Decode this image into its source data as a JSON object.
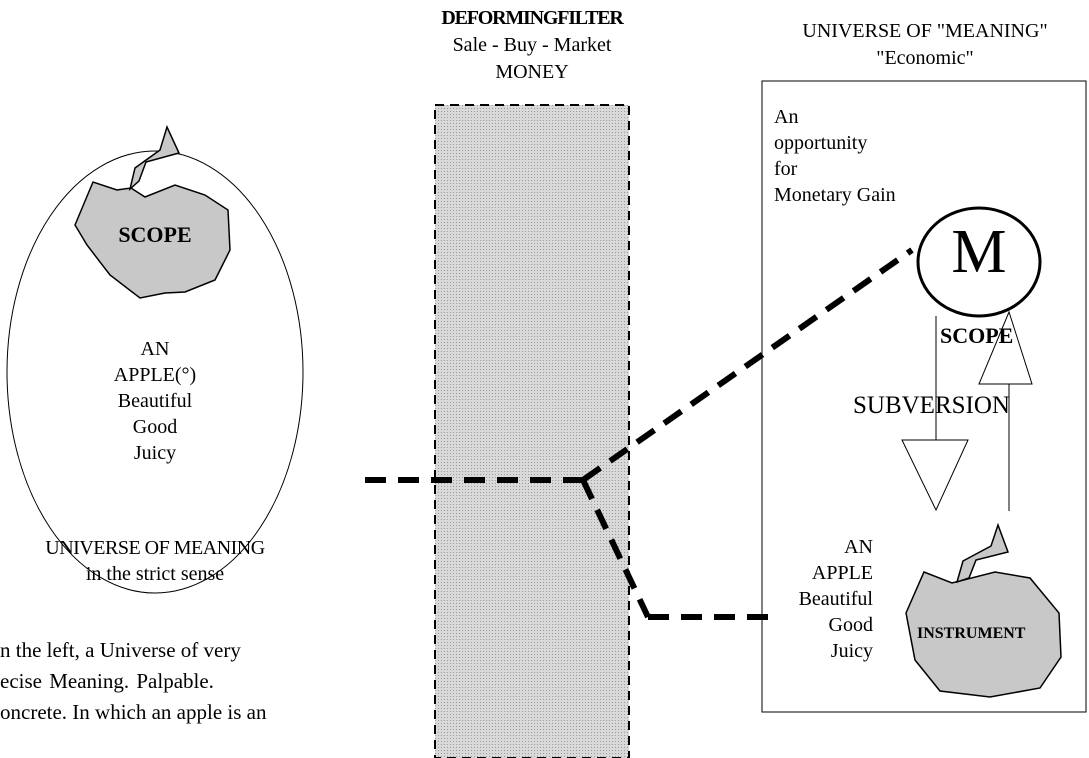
{
  "filter": {
    "title": "DEFORMINGFILTER",
    "subtitle": "Sale - Buy - Market",
    "money": "MONEY"
  },
  "left_universe": {
    "apple_label": "SCOPE",
    "lines": [
      "AN",
      "APPLE(°)",
      "Beautiful",
      "Good",
      "Juicy"
    ],
    "caption_line1": "UNIVERSE OF MEANING",
    "caption_line2": "in the strict sense"
  },
  "right_universe": {
    "header_line1": "UNIVERSE OF \"MEANING\"",
    "header_line2": "\"Economic\"",
    "opportunity_lines": [
      "An",
      "opportunity",
      "for",
      "Monetary Gain"
    ],
    "money_symbol": "M",
    "scope_label": "SCOPE",
    "subversion_label": "SUBVERSION",
    "apple_lines": [
      "AN",
      "APPLE",
      "Beautiful",
      "Good",
      "Juicy"
    ],
    "apple_label": "INSTRUMENT"
  },
  "bottom_text": {
    "line1": "n the left, a Universe of very",
    "line2": "ecise   Meaning.   Palpable.",
    "line3": "oncrete. In which an apple is an"
  },
  "colors": {
    "filter_fill": "#d0d0d0",
    "apple_fill": "#c8c8c8",
    "stroke": "#000000"
  }
}
